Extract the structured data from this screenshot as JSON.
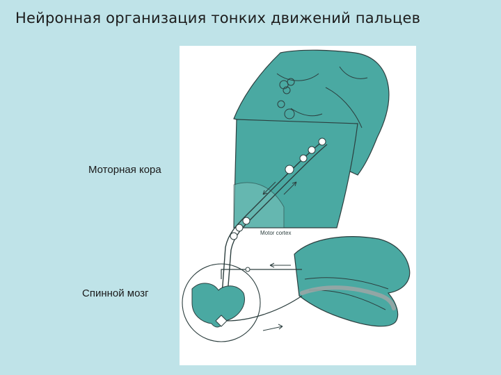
{
  "slide": {
    "title": "Нейронная организация тонких движений пальцев"
  },
  "figure": {
    "labels": {
      "motor_cortex": "Моторная кора",
      "spinal_cord": "Спинной мозг"
    },
    "embedded_text": {
      "motor_cortex_caption": "Motor cortex"
    },
    "colors": {
      "teal": "#4aa9a2",
      "teal_light": "#7cc4bd",
      "line": "#2c3e3e",
      "background": "#bfe3e8"
    }
  }
}
